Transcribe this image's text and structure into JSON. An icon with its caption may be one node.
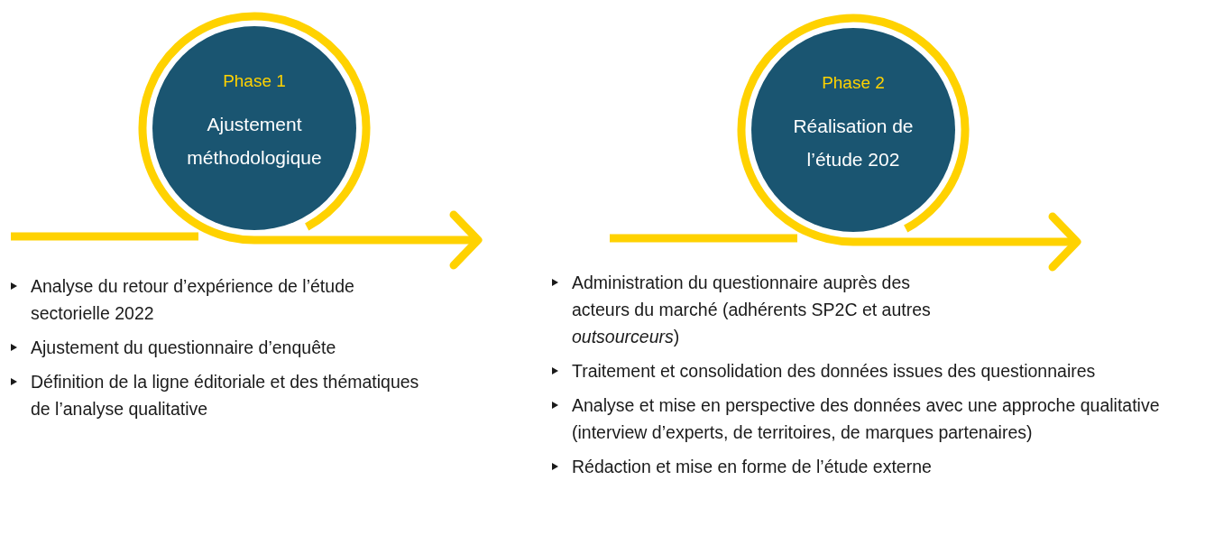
{
  "diagram": {
    "nodes": [
      {
        "text": [
          "Phase 1",
          "Ajustement méthodologique"
        ]
      },
      {
        "text": [
          "Phase 2",
          "Réalisation de l’étude 202"
        ]
      }
    ],
    "labels": [
      "Analyse du retour d’expérience de l’étude sectorielle 2022",
      "Ajustement du questionnaire d’enquête",
      "Définition de la ligne éditoriale et des thématiques de l’analyse qualitative",
      "Administration du questionnaire auprès des acteurs du marché (adhérents SP2C et autres *outsourceurs*)",
      "Traitement et consolidation des données issues des questionnaires",
      "Analyse et mise en perspective des données avec une approche qualitative (interview d’experts, de territoires, de marques partenaires)",
      "Rédaction et mise en forme de l’étude externe"
    ]
  }
}
